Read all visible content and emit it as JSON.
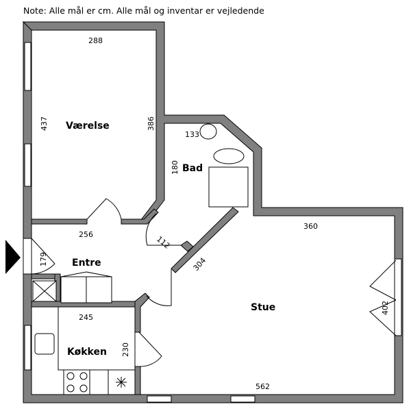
{
  "note": "Note: Alle mål er cm. Alle mål og inventar er vejledende",
  "rooms": {
    "vaerelse": {
      "label": "Værelse",
      "width": "288",
      "height": "437",
      "side": "386"
    },
    "bad": {
      "label": "Bad",
      "width": "133",
      "height": "180"
    },
    "entre": {
      "label": "Entre",
      "width": "256",
      "height": "179",
      "door": "112",
      "diag": "304"
    },
    "stue": {
      "label": "Stue",
      "width": "360",
      "height": "402",
      "bottom": "562"
    },
    "kokken": {
      "label": "Køkken",
      "width": "245",
      "height": "230"
    }
  },
  "colors": {
    "wall": "#808080"
  }
}
